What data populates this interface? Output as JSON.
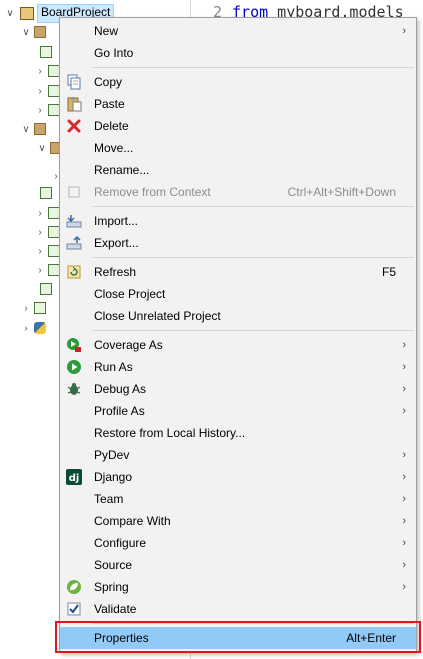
{
  "explorer": {
    "project_name": "BoardProject"
  },
  "editor": {
    "line_number": "2",
    "keyword": "from",
    "code_rest": " myboard.models"
  },
  "menu": {
    "new": {
      "label": "New"
    },
    "go_into": {
      "label": "Go Into"
    },
    "copy": {
      "label": "Copy"
    },
    "paste": {
      "label": "Paste"
    },
    "delete": {
      "label": "Delete"
    },
    "move": {
      "label": "Move..."
    },
    "rename": {
      "label": "Rename..."
    },
    "remove_from_context": {
      "label": "Remove from Context",
      "shortcut": "Ctrl+Alt+Shift+Down"
    },
    "import": {
      "label": "Import..."
    },
    "export": {
      "label": "Export..."
    },
    "refresh": {
      "label": "Refresh",
      "shortcut": "F5"
    },
    "close_project": {
      "label": "Close Project"
    },
    "close_unrelated": {
      "label": "Close Unrelated Project"
    },
    "coverage_as": {
      "label": "Coverage As"
    },
    "run_as": {
      "label": "Run As"
    },
    "debug_as": {
      "label": "Debug As"
    },
    "profile_as": {
      "label": "Profile As"
    },
    "restore_history": {
      "label": "Restore from Local History..."
    },
    "pydev": {
      "label": "PyDev"
    },
    "django": {
      "label": "Django"
    },
    "team": {
      "label": "Team"
    },
    "compare_with": {
      "label": "Compare With"
    },
    "configure": {
      "label": "Configure"
    },
    "source": {
      "label": "Source"
    },
    "spring": {
      "label": "Spring"
    },
    "validate": {
      "label": "Validate"
    },
    "properties": {
      "label": "Properties",
      "shortcut": "Alt+Enter"
    }
  },
  "colors": {
    "menu_background": "#f2f2f2",
    "selected_item": "#91c9f7",
    "highlight_border": "#e8141a",
    "project_selection": "#cce8ff"
  }
}
